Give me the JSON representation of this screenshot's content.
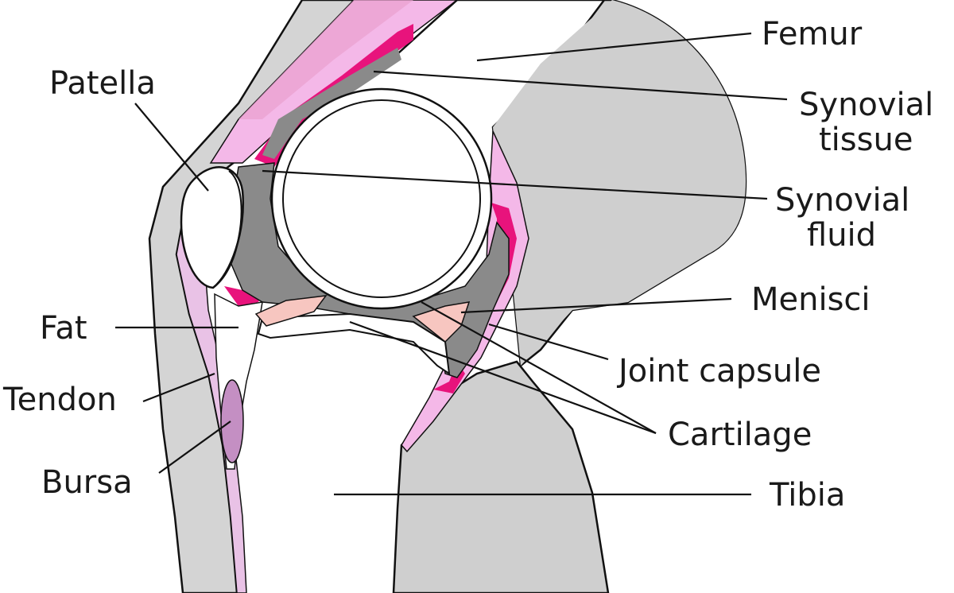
{
  "colors": {
    "bone": "#cfcfcf",
    "soft_tissue": "#d4d4d4",
    "synovial_fluid": "#8a8a8a",
    "synovial_tissue": "#e8137c",
    "joint_capsule": "#f4b8e8",
    "cartilage": "#ffffff",
    "menisci": "#f7c6c0",
    "bursa": "#c48fc3",
    "tendon": "#e9c2e6",
    "outline": "#111111"
  },
  "labels": {
    "femur": "Femur",
    "synovial_tissue": [
      "Synovial",
      "tissue"
    ],
    "synovial_fluid": [
      "Synovial",
      "fluid"
    ],
    "menisci": "Menisci",
    "joint_capsule": "Joint capsule",
    "cartilage": "Cartilage",
    "tibia": "Tibia",
    "patella": "Patella",
    "fat": "Fat",
    "tendon": "Tendon",
    "bursa": "Bursa"
  }
}
